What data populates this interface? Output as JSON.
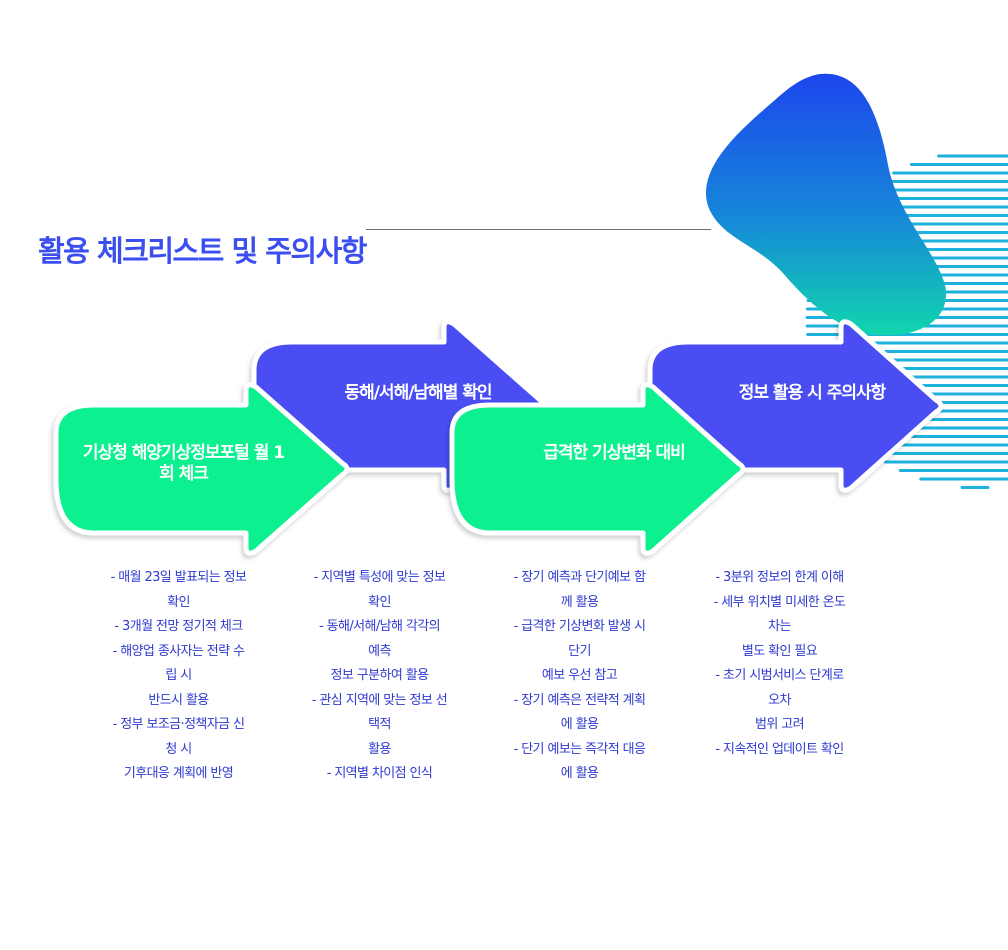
{
  "title": "활용 체크리스트 및 주의사항",
  "colors": {
    "blue_arrow": "#4a4df2",
    "green_arrow": "#0ef08f",
    "text_blue": "#2f3ad0",
    "title_blue": "#3b4ef0",
    "blob_top": "#1d46ee",
    "blob_bottom": "#10d6ad",
    "lines": "#1cb2dd"
  },
  "steps": [
    {
      "label": "기상청 해양기상정보포털 월 1회 체크",
      "color": "green",
      "notes": [
        "- 매월 23일 발표되는 정보",
        "확인",
        "- 3개월 전망 정기적 체크",
        "- 해양업 종사자는 전략 수",
        "립 시",
        "반드시 활용",
        "- 정부 보조금·정책자금 신",
        "청 시",
        "기후대응 계획에 반영"
      ]
    },
    {
      "label": "동해/서해/남해별 확인",
      "color": "blue",
      "notes": [
        "- 지역별 특성에 맞는 정보",
        "확인",
        "- 동해/서해/남해 각각의",
        "예측",
        "정보 구분하여 활용",
        "- 관심 지역에 맞는 정보 선",
        "택적",
        "활용",
        "- 지역별 차이점 인식"
      ]
    },
    {
      "label": "급격한 기상변화 대비",
      "color": "green",
      "notes": [
        "- 장기 예측과 단기예보 함",
        "께 활용",
        "- 급격한 기상변화 발생 시",
        "단기",
        "예보 우선 참고",
        "- 장기 예측은 전략적 계획",
        "에 활용",
        "- 단기 예보는 즉각적 대응",
        "에 활용"
      ]
    },
    {
      "label": "정보 활용 시 주의사항",
      "color": "blue",
      "notes": [
        "- 3분위 정보의 한계 이해",
        "- 세부 위치별 미세한 온도",
        "차는",
        "별도 확인 필요",
        "- 초기 시범서비스 단계로",
        "오차",
        "범위 고려",
        "- 지속적인 업데이트 확인"
      ]
    }
  ]
}
